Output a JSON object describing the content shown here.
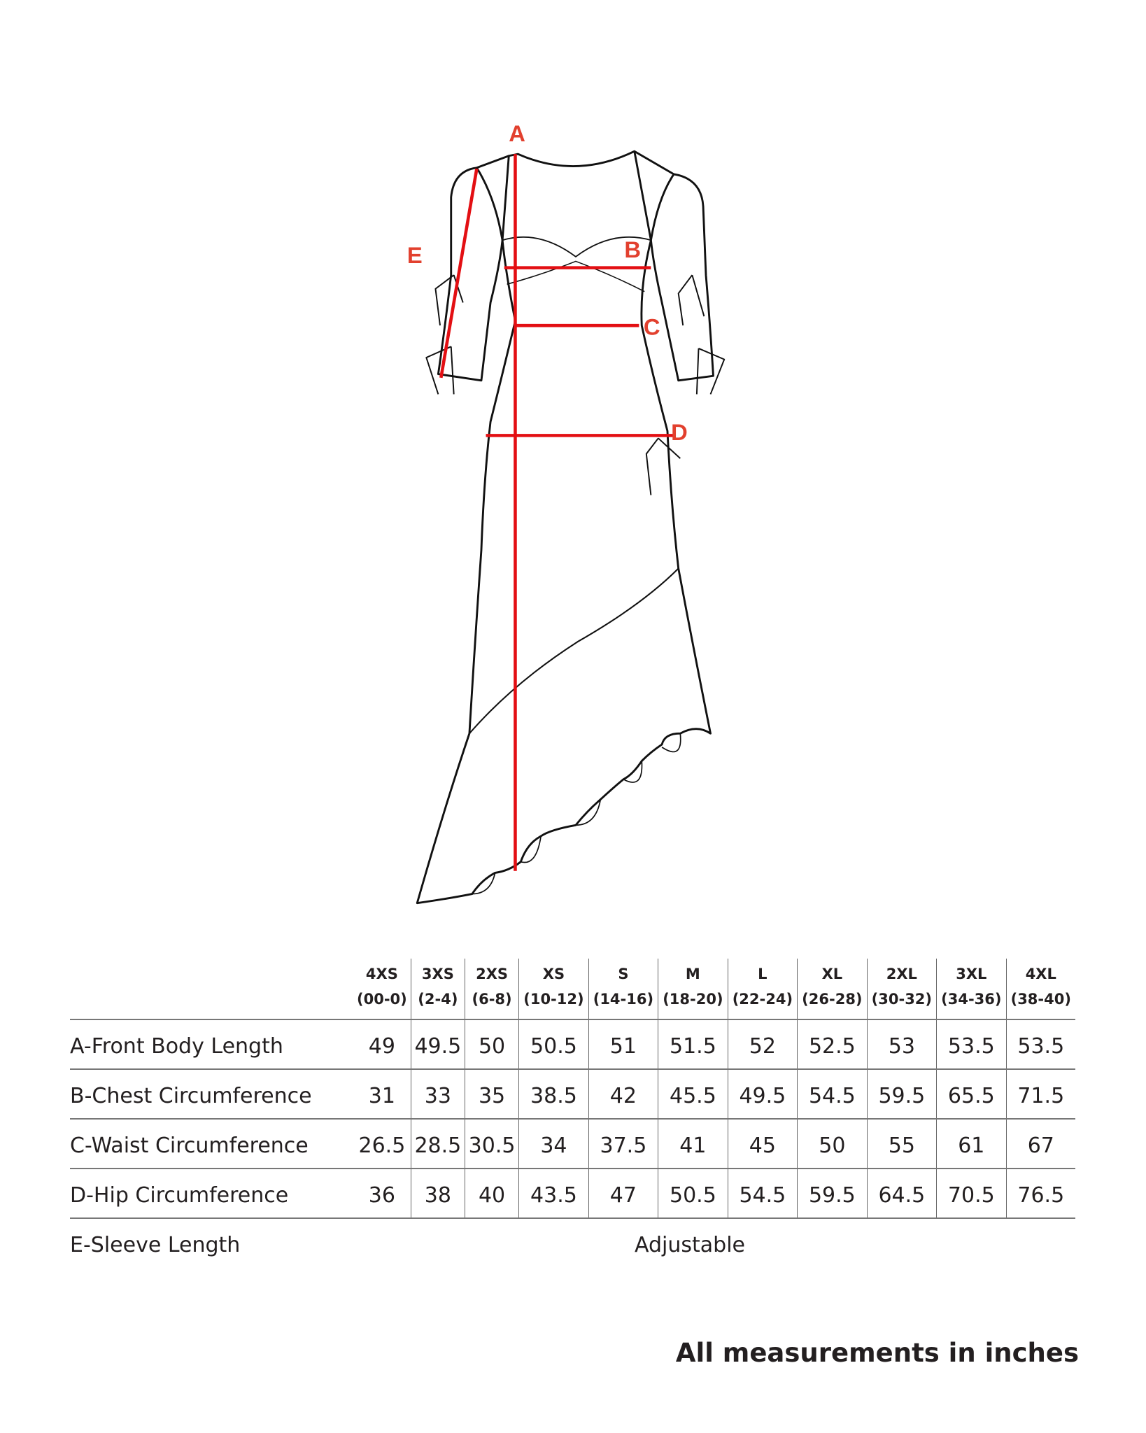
{
  "diagram": {
    "labels": {
      "a": "A",
      "b": "B",
      "c": "C",
      "d": "D",
      "e": "E"
    },
    "colors": {
      "measure_line": "#e30f13",
      "label": "#e2402e",
      "neck_fill": "#d3d3d3"
    }
  },
  "table": {
    "sizes": [
      {
        "size": "4XS",
        "range": "(00-0)"
      },
      {
        "size": "3XS",
        "range": "(2-4)"
      },
      {
        "size": "2XS",
        "range": "(6-8)"
      },
      {
        "size": "XS",
        "range": "(10-12)"
      },
      {
        "size": "S",
        "range": "(14-16)"
      },
      {
        "size": "M",
        "range": "(18-20)"
      },
      {
        "size": "L",
        "range": "(22-24)"
      },
      {
        "size": "XL",
        "range": "(26-28)"
      },
      {
        "size": "2XL",
        "range": "(30-32)"
      },
      {
        "size": "3XL",
        "range": "(34-36)"
      },
      {
        "size": "4XL",
        "range": "(38-40)"
      }
    ],
    "rows": [
      {
        "letter": "A",
        "label": "-Front Body Length",
        "values": [
          "49",
          "49.5",
          "50",
          "50.5",
          "51",
          "51.5",
          "52",
          "52.5",
          "53",
          "53.5",
          "53.5"
        ]
      },
      {
        "letter": "B",
        "label": "-Chest Circumference",
        "values": [
          "31",
          "33",
          "35",
          "38.5",
          "42",
          "45.5",
          "49.5",
          "54.5",
          "59.5",
          "65.5",
          "71.5"
        ]
      },
      {
        "letter": "C",
        "label": "-Waist Circumference",
        "values": [
          "26.5",
          "28.5",
          "30.5",
          "34",
          "37.5",
          "41",
          "45",
          "50",
          "55",
          "61",
          "67"
        ]
      },
      {
        "letter": "D",
        "label": "-Hip Circumference",
        "values": [
          "36",
          "38",
          "40",
          "43.5",
          "47",
          "50.5",
          "54.5",
          "59.5",
          "64.5",
          "70.5",
          "76.5"
        ]
      }
    ],
    "sleeve": {
      "letter": "E",
      "label": "-Sleeve Length",
      "value": "Adjustable"
    }
  },
  "footer": "All measurements in inches"
}
